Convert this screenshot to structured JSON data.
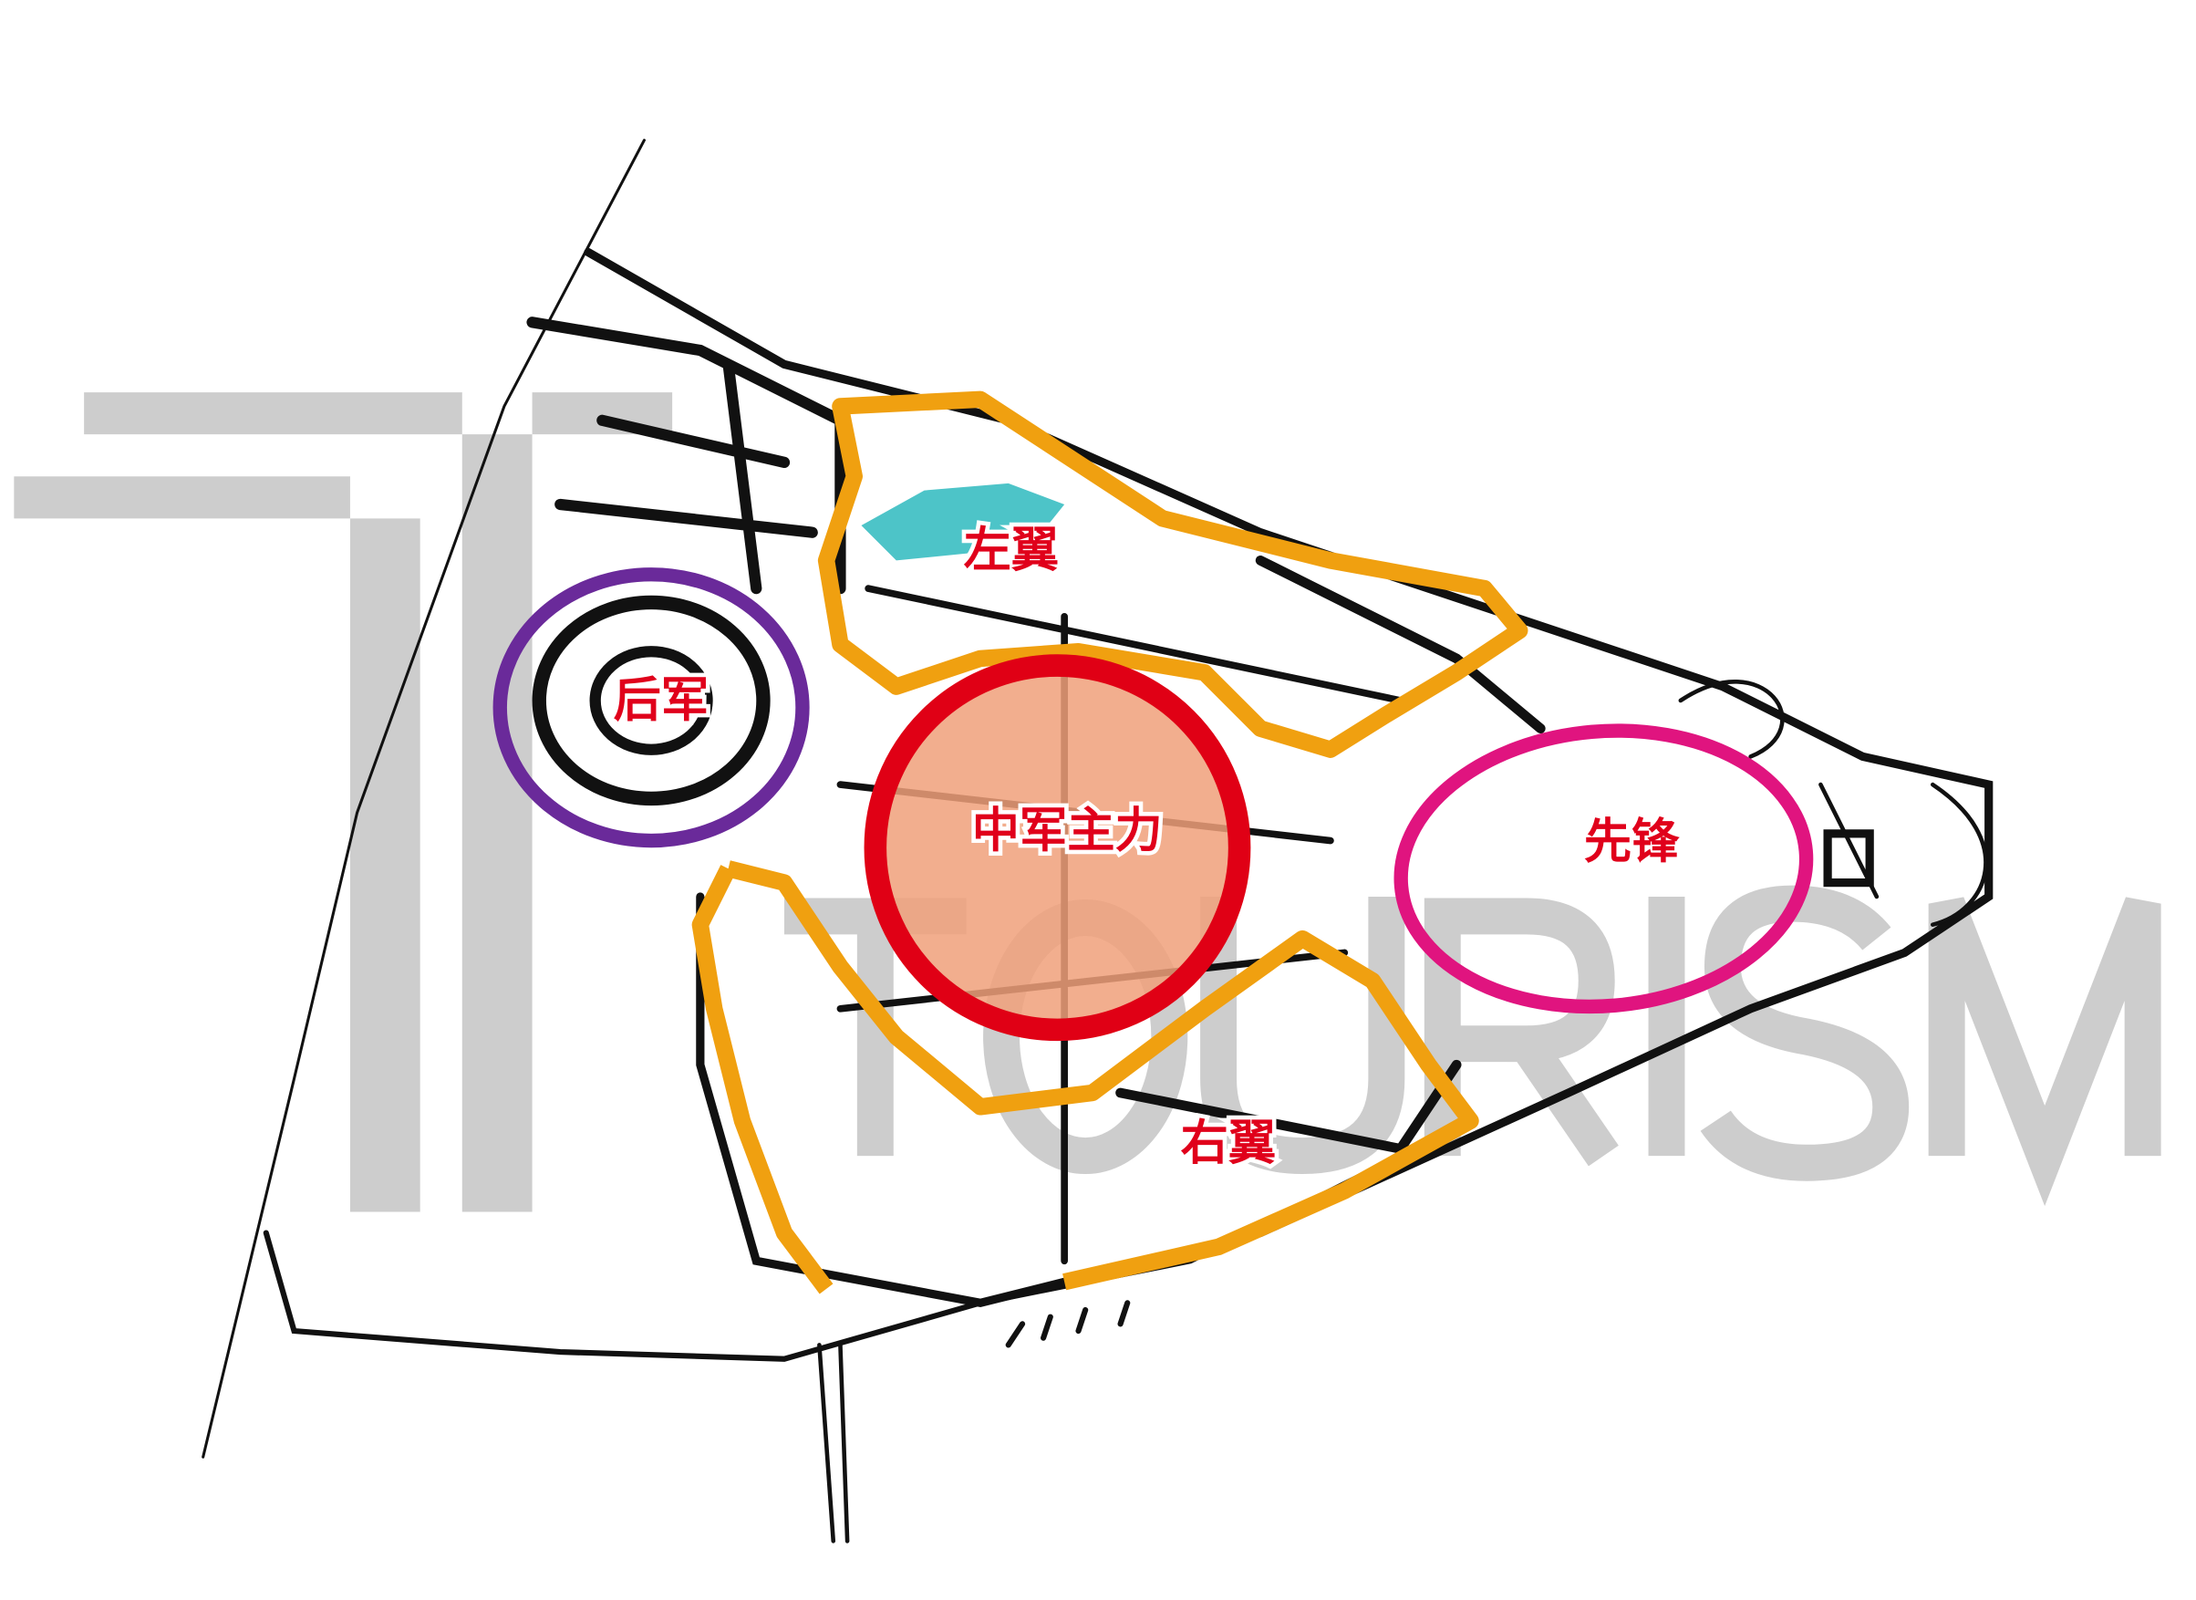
{
  "watermark": {
    "logo": "TT",
    "text": "TOURISM"
  },
  "zones": [
    {
      "id": "left-wing",
      "label": "左翼",
      "color": "#f0a010"
    },
    {
      "id": "rear-army",
      "label": "后军",
      "color": "#6a2a9a"
    },
    {
      "id": "central-main-force",
      "label": "中军主力",
      "color": "#e00015"
    },
    {
      "id": "vanguard",
      "label": "先锋",
      "color": "#e0147f"
    },
    {
      "id": "right-wing",
      "label": "右翼",
      "color": "#f0a010"
    }
  ]
}
